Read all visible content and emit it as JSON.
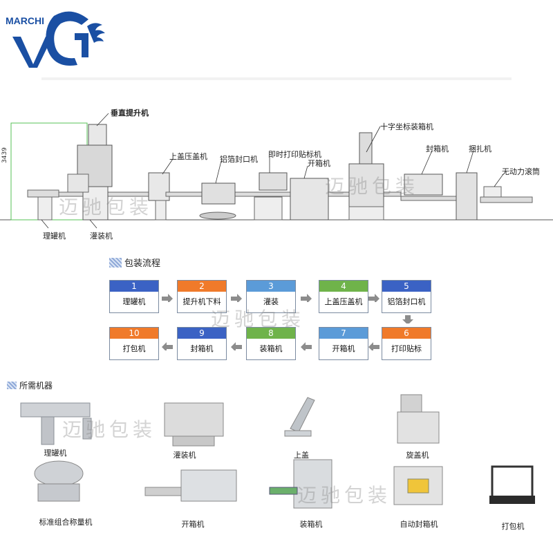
{
  "brand": {
    "name": "MARCHI",
    "color": "#1a4fa3"
  },
  "watermark": "迈驰包装",
  "layout_labels": {
    "elevator": "垂直提升机",
    "capper": "上盖压盖机",
    "foil_sealer": "铝箔封口机",
    "printer_labeler": "即时打印贴标机",
    "carton_erector": "开箱机",
    "cross_packer": "十字坐标装箱机",
    "case_sealer": "封箱机",
    "strapper": "捆扎机",
    "roller": "无动力滚筒",
    "unscrambler": "理罐机",
    "filler": "灌装机",
    "dimension": "3439"
  },
  "process": {
    "title": "包装流程",
    "steps": [
      {
        "num": "1",
        "label": "理罐机",
        "color": "#3b62c4"
      },
      {
        "num": "2",
        "label": "提升机下料",
        "color": "#f07a2a"
      },
      {
        "num": "3",
        "label": "灌装",
        "color": "#5b9bd8"
      },
      {
        "num": "4",
        "label": "上盖压盖机",
        "color": "#6fb34a"
      },
      {
        "num": "5",
        "label": "铝箔封口机",
        "color": "#3b62c4"
      },
      {
        "num": "6",
        "label": "打印贴标",
        "color": "#f07a2a"
      },
      {
        "num": "7",
        "label": "开箱机",
        "color": "#5b9bd8"
      },
      {
        "num": "8",
        "label": "装箱机",
        "color": "#6fb34a"
      },
      {
        "num": "9",
        "label": "封箱机",
        "color": "#3b62c4"
      },
      {
        "num": "10",
        "label": "打包机",
        "color": "#f07a2a"
      }
    ]
  },
  "machines": {
    "title": "所需机器",
    "row1": [
      "理罐机",
      "灌装机",
      "上盖",
      "旋盖机"
    ],
    "row2": [
      "标准组合称量机",
      "开箱机",
      "装箱机",
      "自动封箱机",
      "打包机"
    ]
  }
}
